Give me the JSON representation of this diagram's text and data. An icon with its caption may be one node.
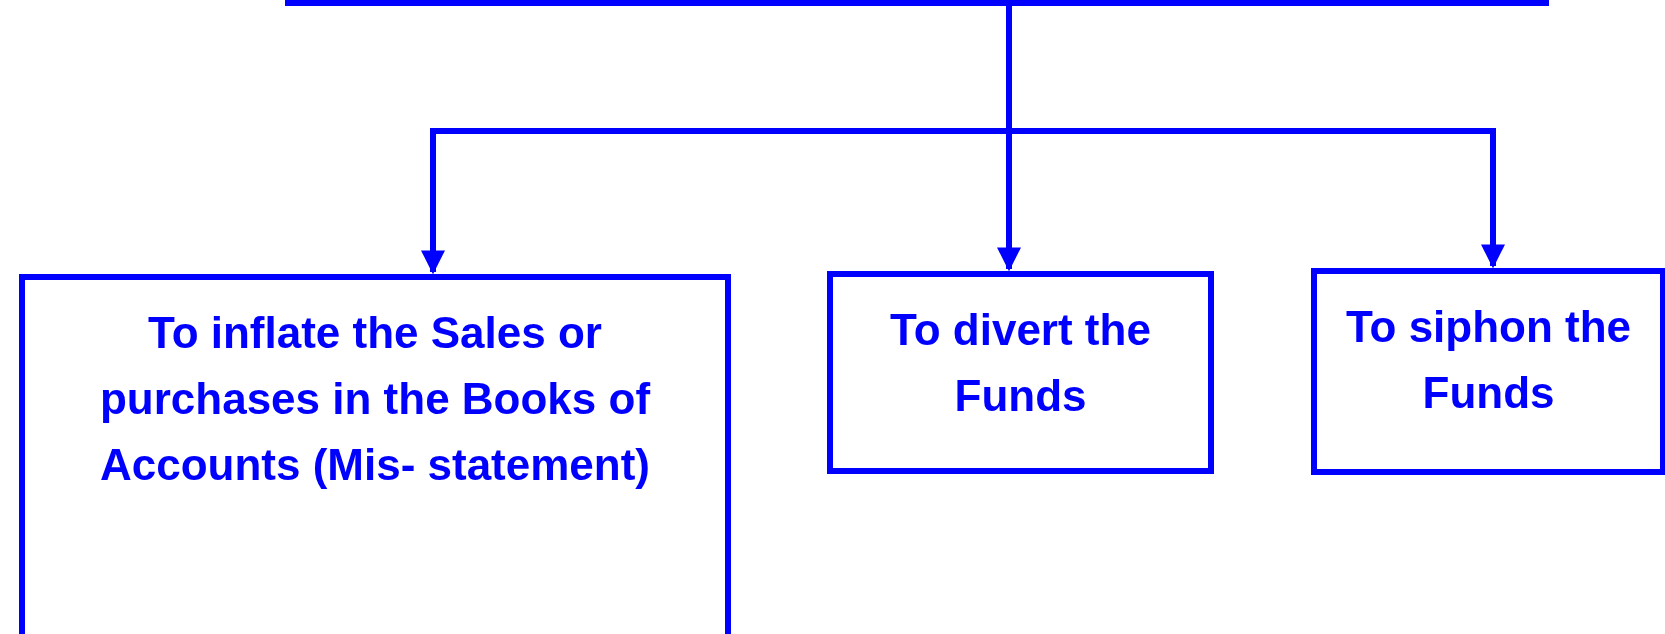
{
  "diagram": {
    "nodes": [
      {
        "text": [],
        "shape": "box"
      },
      {
        "text": [
          "To inflate the Sales or purchases in the Books of Accounts (Mis- statement)"
        ]
      },
      {
        "text": [
          "To divert the  Funds"
        ]
      },
      {
        "text": [
          "To siphon the Funds"
        ]
      }
    ],
    "edges": [
      {
        "from": 0,
        "to": 1,
        "arrow": "to"
      },
      {
        "from": 0,
        "to": 2,
        "arrow": "to"
      },
      {
        "from": 0,
        "to": 3,
        "arrow": "to"
      }
    ]
  }
}
